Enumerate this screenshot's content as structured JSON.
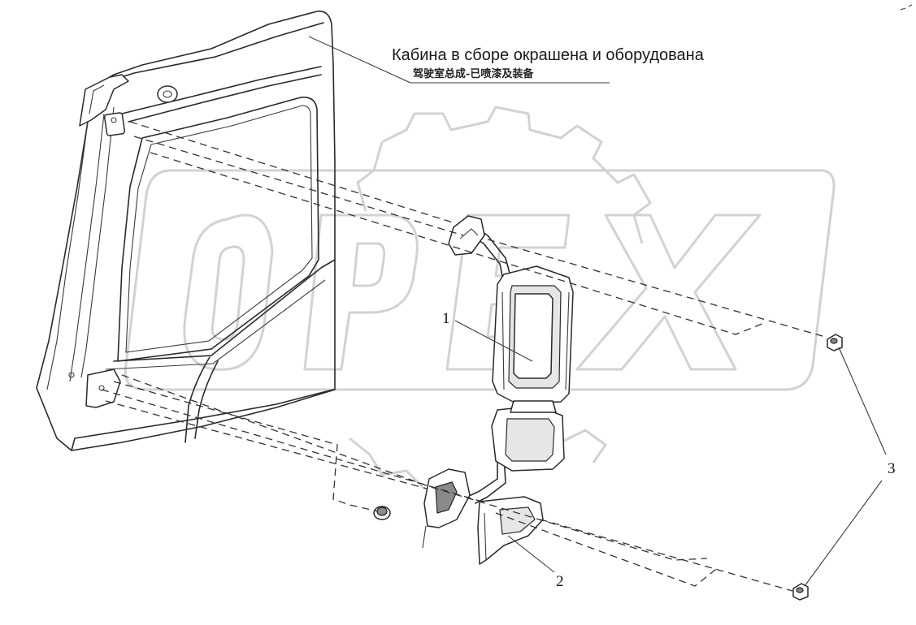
{
  "title_ru": "Кабина в сборе окрашена и оборудована",
  "title_cn": "驾驶室总成-已喷漆及装备",
  "watermark": "OPEX",
  "callouts": [
    "1",
    "2",
    "3"
  ],
  "colors": {
    "line": "#2a2a2a",
    "watermark": "#d2d2d2",
    "background": "#ffffff"
  }
}
